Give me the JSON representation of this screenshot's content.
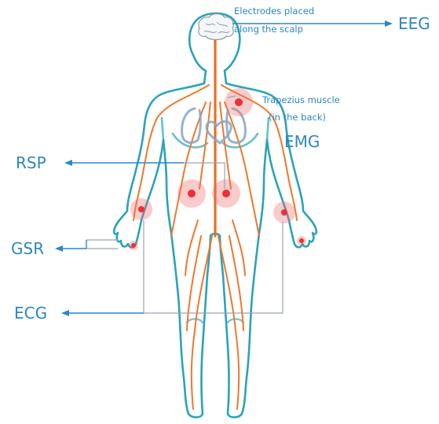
{
  "labels": {
    "eeg": "EEG",
    "eeg_note_line1": "Electrodes placed",
    "eeg_note_line2": "along the scalp",
    "trapezius_line1": "Trapezius muscle",
    "trapezius_line2": "(in the back)",
    "emg": "EMG",
    "rsp": "RSP",
    "gsr": "GSR",
    "ecg": "ECG"
  },
  "colors": {
    "label": "#2d86c6",
    "outline": "#2aa3b8",
    "nerve": "#f0782c",
    "electrode": "#e8313c",
    "electrode_glow": "#f26a6a",
    "wire": "#9aa3b5"
  },
  "icons": {
    "brain": "brain-icon",
    "lungs": "lungs-icon",
    "heart": "heart-icon"
  }
}
